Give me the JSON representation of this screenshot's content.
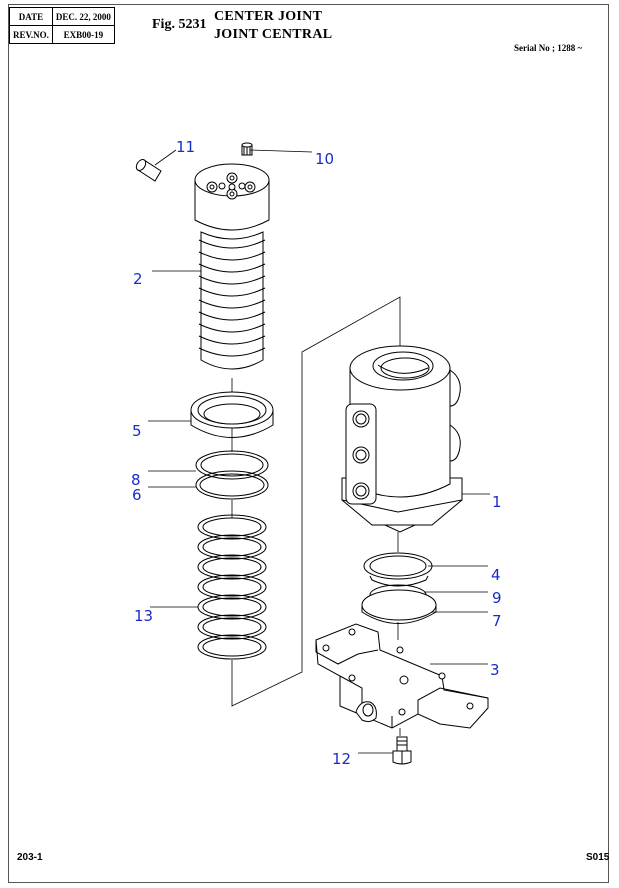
{
  "header": {
    "date_label": "DATE",
    "date_value": "DEC. 22, 2000",
    "rev_label": "REV.NO.",
    "rev_value": "EXB00-19",
    "figure_number": "Fig. 5231",
    "title_en": "CENTER JOINT",
    "title_fr": "JOINT CENTRAL",
    "serial": "Serial No ; 1288 ~"
  },
  "callouts": [
    "1",
    "2",
    "3",
    "4",
    "5",
    "6",
    "7",
    "8",
    "9",
    "10",
    "11",
    "12",
    "13"
  ],
  "parts": [
    "center-joint-body",
    "spindle",
    "cover-plate",
    "o-ring",
    "seal",
    "backup-ring",
    "o-ring-lower",
    "o-ring-upper",
    "snap-ring",
    "plug",
    "pin",
    "bolt",
    "o-ring-stack"
  ],
  "footer": {
    "page": "203-1",
    "code": "S015"
  },
  "colors": {
    "callout": "#1a2bc8",
    "line": "#000000"
  }
}
